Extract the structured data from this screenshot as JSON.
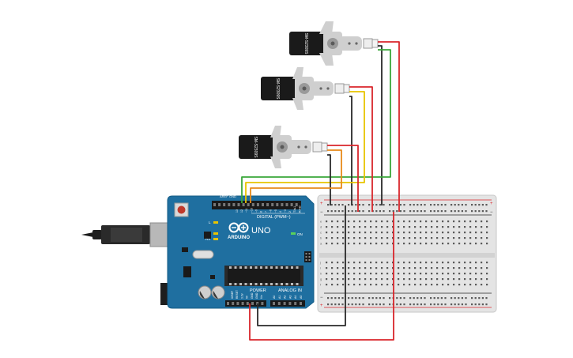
{
  "servos": [
    {
      "label": "SM-S2309S"
    },
    {
      "label": "SM-S2309S"
    },
    {
      "label": "SM-S2309S"
    }
  ],
  "arduino": {
    "brand": "ARDUINO",
    "model": "UNO",
    "digital_label": "DIGITAL (PWM~)",
    "power_label": "POWER",
    "analog_label": "ANALOG IN",
    "led_l": "L",
    "led_tx": "TX",
    "led_rx": "RX",
    "on_label": "ON",
    "aref_label": "AREF",
    "gnd_label": "GND",
    "digital_pins": [
      "13",
      "12",
      "~11",
      "~10",
      "~9",
      "8",
      "7",
      "~6",
      "~5",
      "4",
      "~3",
      "2",
      "TX▸1",
      "RX◂0"
    ],
    "power_pins": [
      "IOREF",
      "RESET",
      "3.3V",
      "5V",
      "GND",
      "GND",
      "Vin"
    ],
    "analog_pins": [
      "A0",
      "A1",
      "A2",
      "A3",
      "A4",
      "A5"
    ]
  },
  "wire_colors": {
    "red": "#d9262b",
    "black": "#2a2a2a",
    "green": "#3aa83a",
    "yellow": "#e8c400",
    "orange": "#e88a1a",
    "board_blue": "#1f6fa0"
  },
  "breadboard": {
    "rail_plus": "+",
    "rail_minus": "−",
    "row_letters_top": [
      "a",
      "b",
      "c",
      "d",
      "e"
    ],
    "row_letters_bottom": [
      "f",
      "g",
      "h",
      "i",
      "j"
    ]
  }
}
